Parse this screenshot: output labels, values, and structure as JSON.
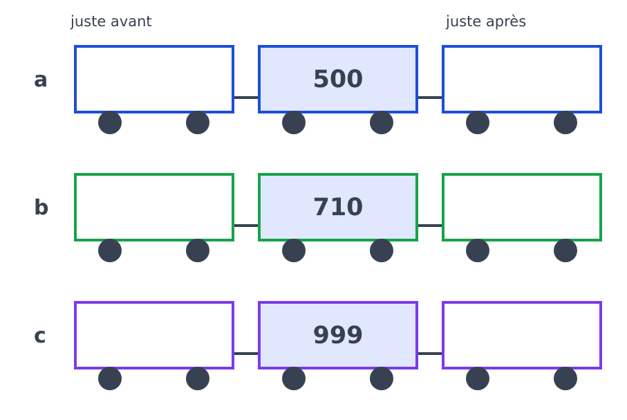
{
  "headers": {
    "before": "juste avant",
    "after": "juste après"
  },
  "rows": [
    {
      "label": "a",
      "value": "500",
      "color": "#1d4ed8"
    },
    {
      "label": "b",
      "value": "710",
      "color": "#16a34a"
    },
    {
      "label": "c",
      "value": "999",
      "color": "#7c3aed"
    }
  ],
  "colors": {
    "center_fill": "#e0e7ff",
    "ink": "#374151"
  }
}
